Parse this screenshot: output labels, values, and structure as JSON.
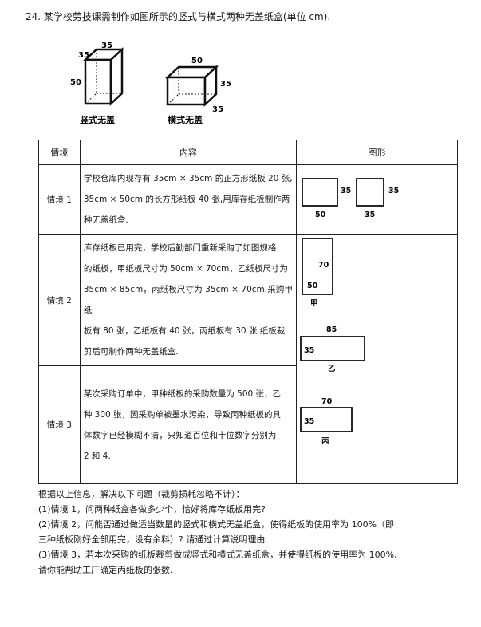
{
  "problem": {
    "title": "24. 某学校劳技课需制作如图所示的竖式与横式两种无盖纸盒(单位 cm).",
    "boxes": {
      "vertical": {
        "label": "竖式无盖",
        "top_side": "35",
        "left_depth": "35",
        "height": "50"
      },
      "horizontal": {
        "label": "横式无盖",
        "top_side": "50",
        "right_height": "35",
        "depth": "35"
      }
    }
  },
  "table": {
    "headers": [
      "情境",
      "内容",
      "图形"
    ],
    "rows": [
      {
        "scene": "情境 1",
        "lines": [
          "学校仓库内现存有 35cm × 35cm 的正方形纸板 20 张,",
          "35cm × 50cm 的长方形纸板 40 张,用库存纸板制作两",
          "种无盖纸盒."
        ],
        "figure": {
          "rect_a_w": "50",
          "rect_a_h": "35",
          "rect_b_w": "35",
          "rect_b_h": "35"
        }
      },
      {
        "scene": "情境 2",
        "lines": [
          "库存纸板已用完，学校后勤部门重新采购了如图规格",
          "的纸板，甲纸板尺寸为 50cm × 70cm，乙纸板尺寸为",
          "35cm × 85cm，丙纸板尺寸为 35cm × 70cm.采购甲纸",
          "板有 80 张，乙纸板有 40 张，丙纸板有 30 张.纸板裁",
          "剪后可制作两种无盖纸盒."
        ],
        "figure": {
          "jia_h": "70",
          "jia_w": "50",
          "jia_label": "甲",
          "yi_w": "85",
          "yi_h": "35",
          "yi_label": "乙"
        }
      },
      {
        "scene": "情境 3",
        "lines": [
          "某次采购订单中，甲种纸板的采购数量为 500 张，乙",
          "种 300 张，因采购单被墨水污染，导致丙种纸板的具",
          "体数字已经模糊不清，只知道百位和十位数字分别为",
          "2 和 4."
        ],
        "figure": {
          "bing_w": "70",
          "bing_h": "35",
          "bing_label": "丙"
        }
      }
    ]
  },
  "questions": {
    "intro": "根据以上信息，解决以下问题（裁剪损耗忽略不计）：",
    "q1": "(1)情境 1，问两种纸盒各做多少个，恰好将库存纸板用完?",
    "q2a": "(2)情境 2，问能否通过做适当数量的竖式和横式无盖纸盒，使得纸板的使用率为 100%（即",
    "q2b": "三种纸板刚好全部用完，没有余料）? 请通过计算说明理由.",
    "q3a": "(3)情境 3，若本次采购的纸板裁剪做成竖式和横式无盖纸盒，并使得纸板的使用率为 100%,",
    "q3b": "请你能帮助工厂确定丙纸板的张数."
  }
}
